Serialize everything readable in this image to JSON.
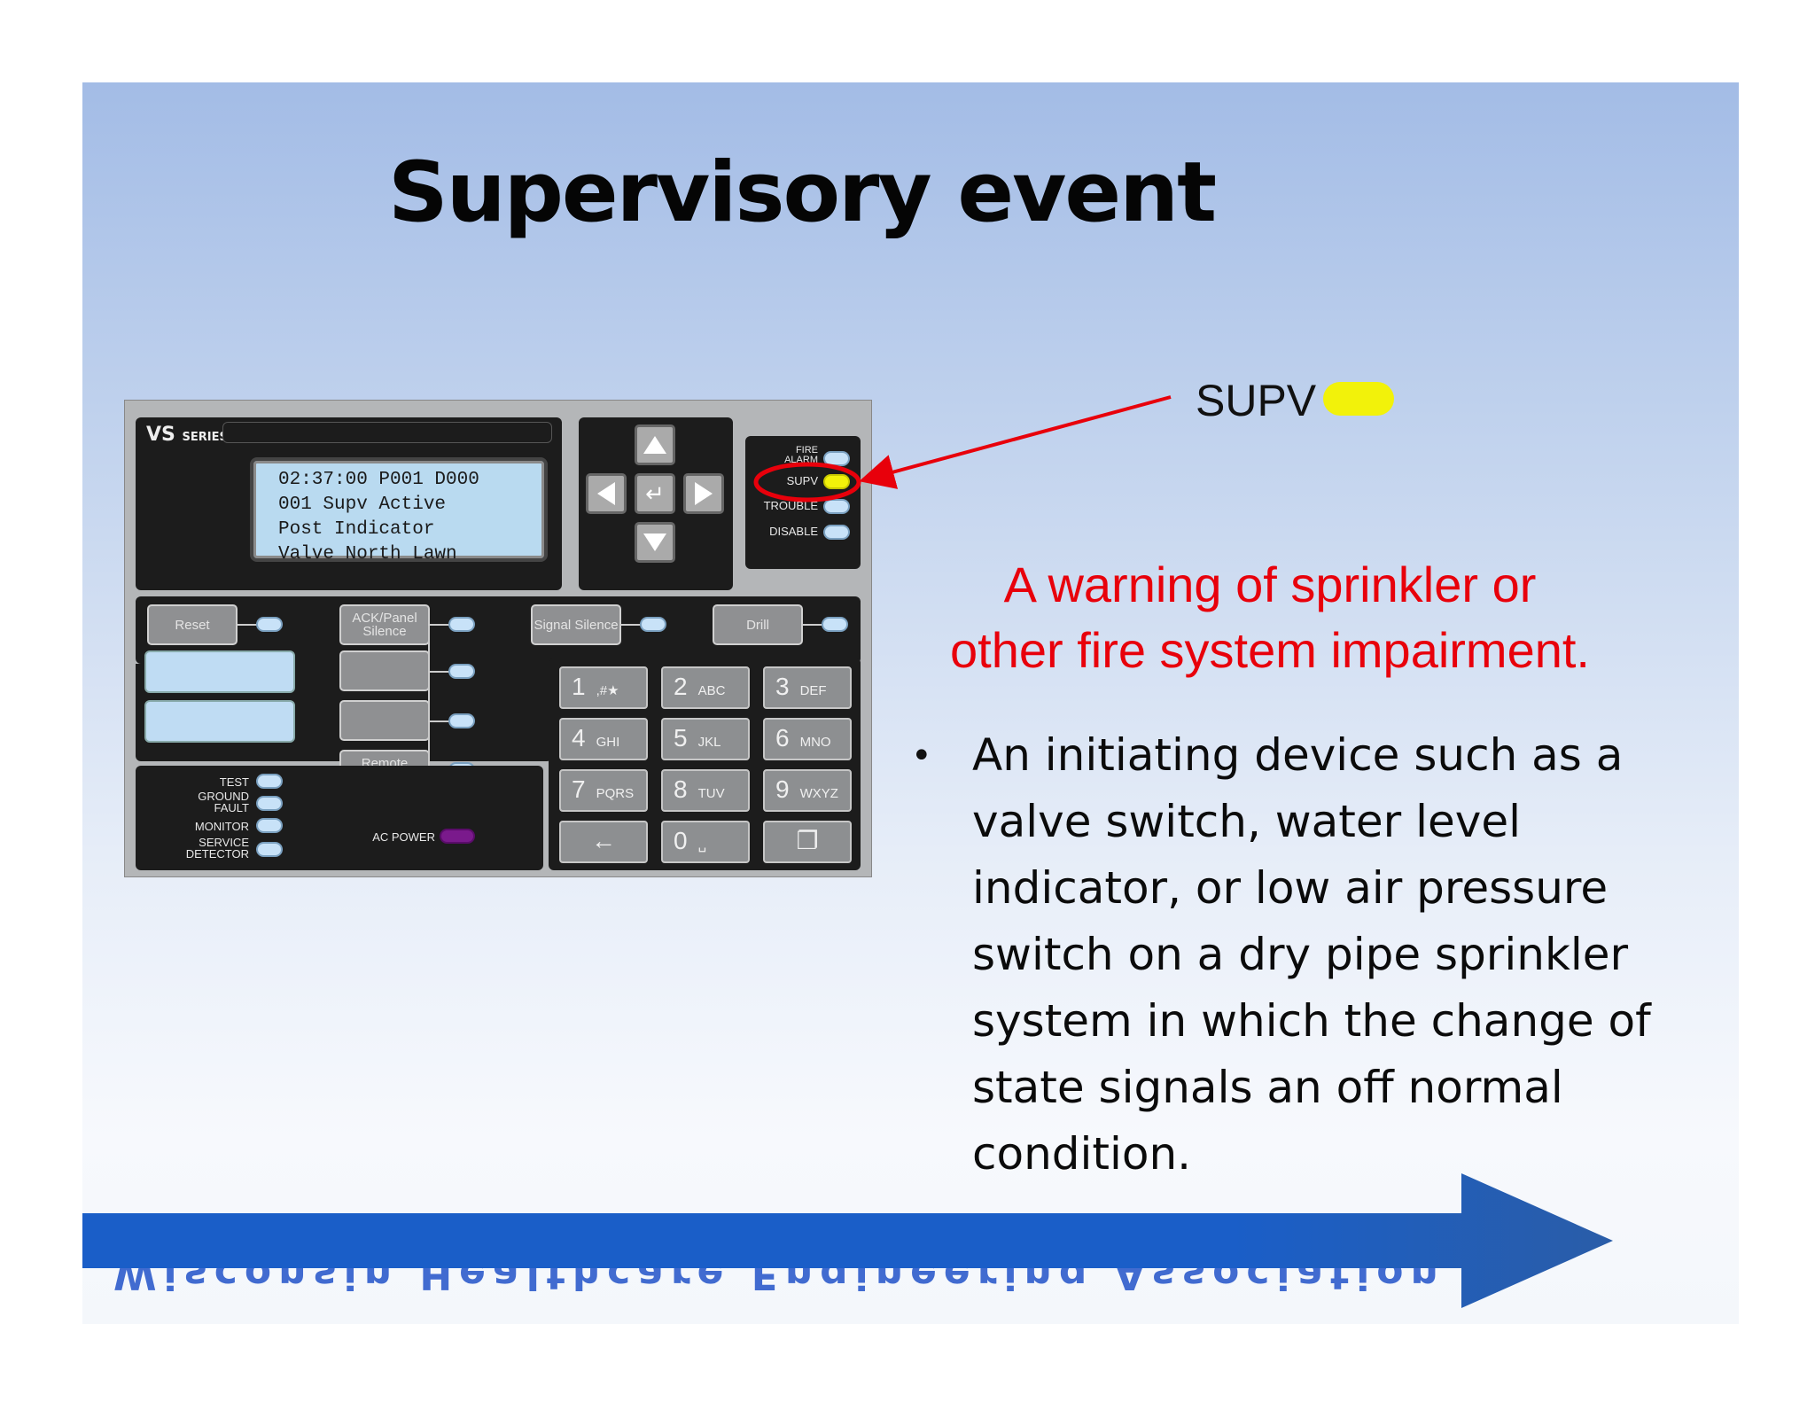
{
  "slide": {
    "title": "Supervisory event",
    "accent_color": "#1a5ec8",
    "annotation_color": "#e8000b",
    "indicator_yellow": "#f2f20a"
  },
  "panel": {
    "brand": "VS",
    "brand_sub": "SERIES",
    "lcd_lines": [
      "02:37:00 P001 D000",
      "001 Supv Active",
      "Post Indicator",
      "Valve North Lawn"
    ],
    "indicators": {
      "fire_alarm": "FIRE ALARM",
      "supv": "SUPV",
      "trouble": "TROUBLE",
      "disable": "DISABLE"
    },
    "buttons": {
      "reset": "Reset",
      "ack_panel_silence": "ACK/Panel Silence",
      "signal_silence": "Signal Silence",
      "drill": "Drill",
      "remote_discon": "Remote Discon"
    },
    "status_labels": {
      "test": "TEST",
      "ground_fault": "GROUND FAULT",
      "monitor": "MONITOR",
      "service_detector": "SERVICE DETECTOR",
      "ac_power": "AC POWER"
    },
    "keypad": [
      {
        "digit": "1",
        "letters": ",#★"
      },
      {
        "digit": "2",
        "letters": "ABC"
      },
      {
        "digit": "3",
        "letters": "DEF"
      },
      {
        "digit": "4",
        "letters": "GHI"
      },
      {
        "digit": "5",
        "letters": "JKL"
      },
      {
        "digit": "6",
        "letters": "MNO"
      },
      {
        "digit": "7",
        "letters": "PQRS"
      },
      {
        "digit": "8",
        "letters": "TUV"
      },
      {
        "digit": "9",
        "letters": "WXYZ"
      },
      {
        "digit": "←",
        "letters": ""
      },
      {
        "digit": "0",
        "letters": "␣"
      },
      {
        "digit": "❐",
        "letters": ""
      }
    ],
    "ac_power_color": "#7a1a8c"
  },
  "callout": {
    "label": "SUPV"
  },
  "warning": {
    "line1": "A warning of sprinkler or",
    "line2": "other fire system impairment."
  },
  "bullet": {
    "text": "An initiating device such as a valve switch, water level indicator, or low air pressure switch on a dry pipe sprinkler system in which the change of state signals an off normal condition."
  },
  "footer": {
    "text": "Wisconsin Healthcare Engineering Association"
  }
}
